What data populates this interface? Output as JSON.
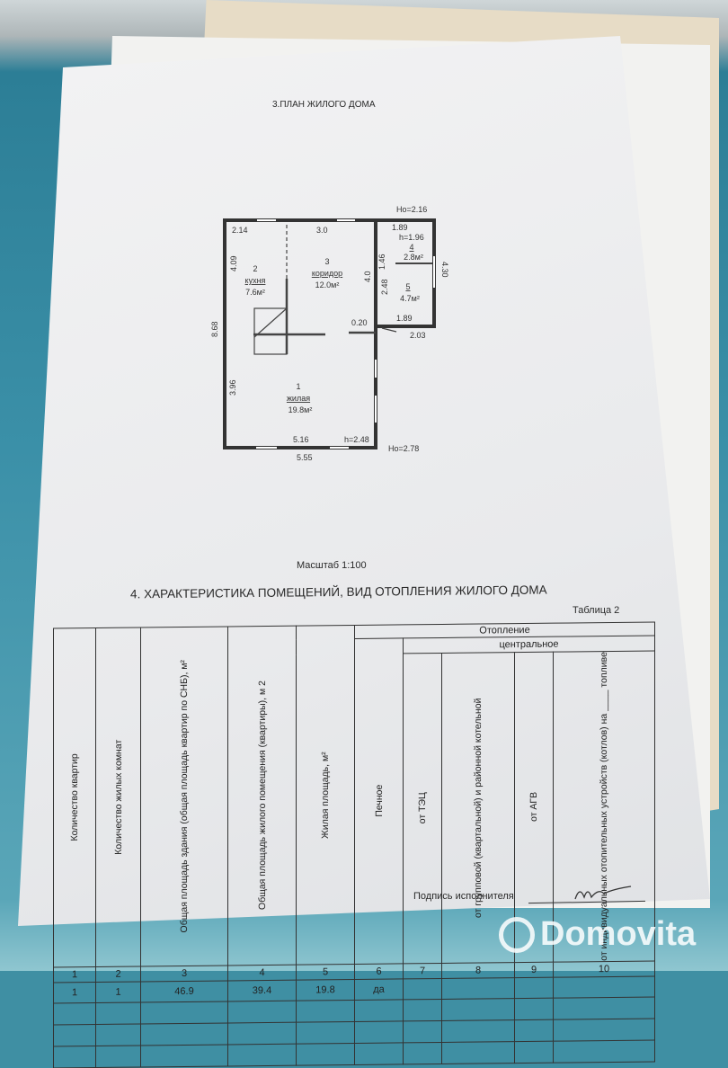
{
  "plan": {
    "title": "3.ПЛАН ЖИЛОГО ДОМА",
    "scale": "Масштаб 1:100",
    "rooms": [
      {
        "num": "1",
        "name": "жилая",
        "area": "19.8м²"
      },
      {
        "num": "2",
        "name": "кухня",
        "area": "7.6м²"
      },
      {
        "num": "3",
        "name": "коридор",
        "area": "12.0м²"
      },
      {
        "num": "4",
        "name": "",
        "area": "2.8м²"
      },
      {
        "num": "5",
        "name": "",
        "area": "4.7м²"
      }
    ],
    "dims": {
      "top1": "2.14",
      "top2": "3.0",
      "ho_top": "Ho=2.16",
      "d189a": "1.89",
      "h196": "h=1.96",
      "d146": "1.46",
      "d430": "4.30",
      "d409": "4.09",
      "d40": "4.0",
      "d248": "2.48",
      "d868": "8.68",
      "d020": "0.20",
      "d189b": "1.89",
      "d203": "2.03",
      "d396": "3.96",
      "d516": "5.16",
      "h248": "h=2.48",
      "d555": "5.55",
      "ho_bot": "Ho=2.78"
    }
  },
  "section": {
    "title": "4. ХАРАКТЕРИСТИКА ПОМЕЩЕНИЙ, ВИД ОТОПЛЕНИЯ ЖИЛОГО ДОМА",
    "table_label": "Таблица 2"
  },
  "table": {
    "heating": "Отопление",
    "central": "центральное",
    "headers": [
      "Количество квартир",
      "Количество жилых комнат",
      "Общая площадь здания (общая площадь квартир по СНБ), м²",
      "Общая площадь жилого помещения (квартиры), м 2",
      "Жилая площадь, м²",
      "Печное",
      "от ТЭЦ",
      "от групповой (квартальной) и районной котельной",
      "от АГВ",
      "от индивидуальных отопительных устройств (котлов) на ____ топливе"
    ],
    "numbers": [
      "1",
      "2",
      "3",
      "4",
      "5",
      "6",
      "7",
      "8",
      "9",
      "10"
    ],
    "row": [
      "1",
      "1",
      "46.9",
      "39.4",
      "19.8",
      "да",
      "",
      "",
      "",
      ""
    ]
  },
  "signature": {
    "label": "Подпись исполнителя"
  },
  "watermark": "Domovita"
}
